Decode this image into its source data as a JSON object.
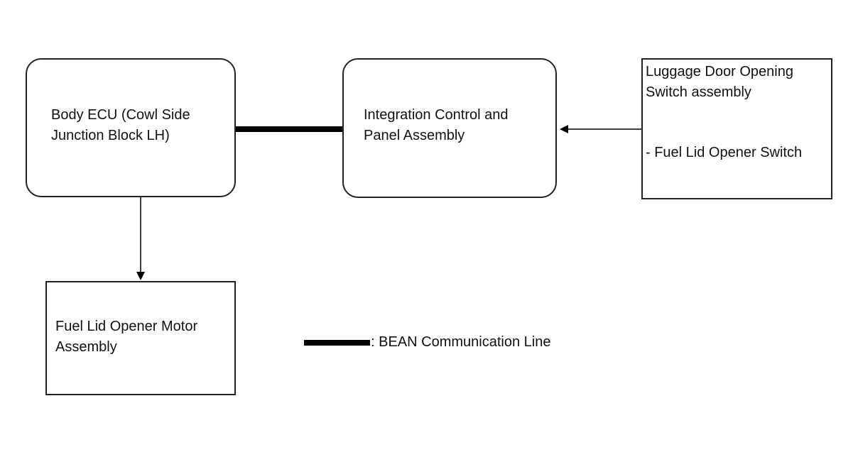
{
  "blocks": {
    "body_ecu": {
      "line1": "Body ECU (Cowl Side",
      "line2": "Junction Block LH)"
    },
    "integration_panel": {
      "line1": "Integration Control and",
      "line2": "Panel Assembly"
    },
    "luggage_switch": {
      "line1": "Luggage Door Opening",
      "line2": "Switch assembly",
      "sub": "- Fuel Lid Opener Switch"
    },
    "fuel_lid_motor": {
      "line1": "Fuel Lid Opener Motor",
      "line2": "Assembly"
    }
  },
  "legend": {
    "text": ": BEAN Communication Line"
  },
  "colors": {
    "line": "#000000",
    "border": "#222222"
  }
}
